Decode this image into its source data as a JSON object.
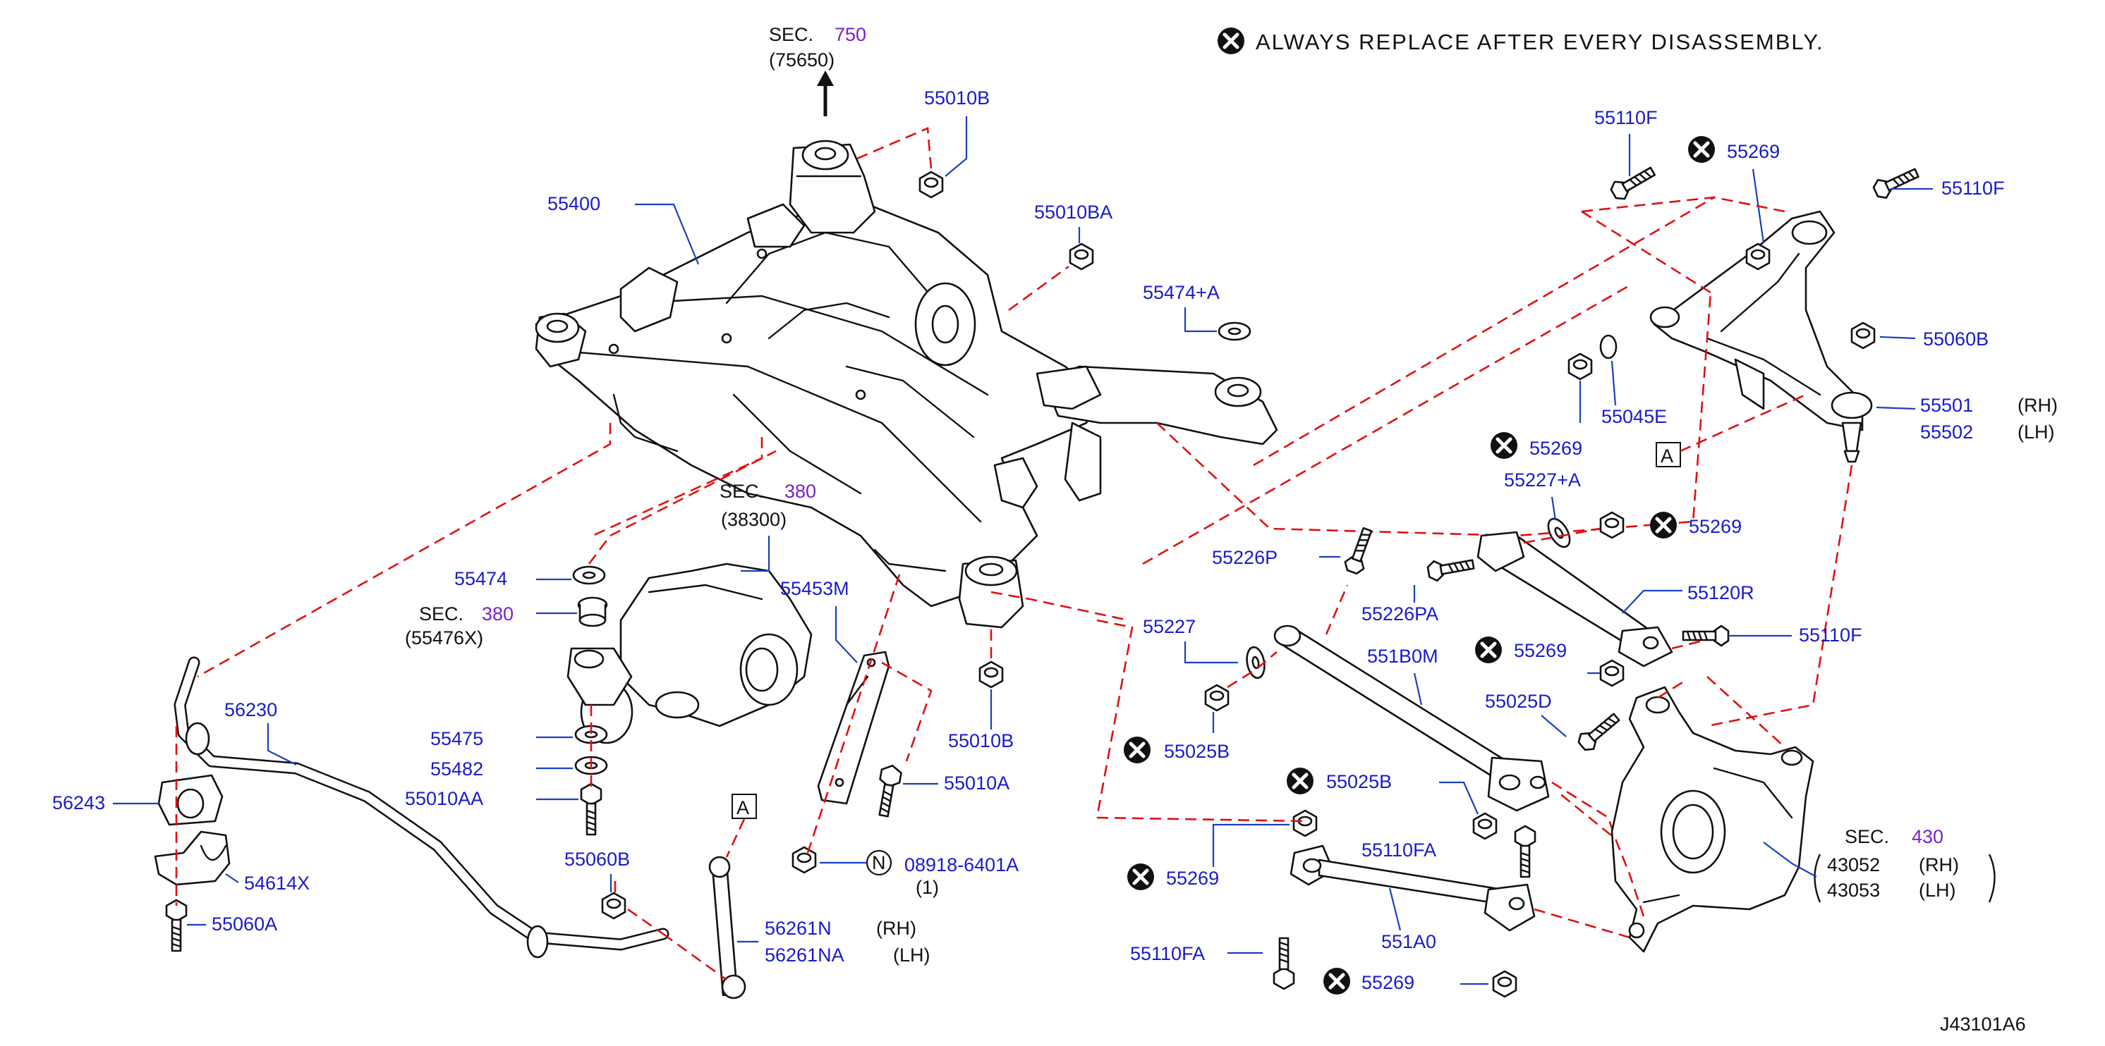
{
  "header": {
    "always_replace": "ALWAYS   REPLACE   AFTER   EVERY   DISASSEMBLY.",
    "sec_label": "SEC.",
    "sec_750": "750",
    "sec_750_sub": "(75650)",
    "sec_380": "380",
    "sec_380_sub": "(38300)",
    "sec_380b": "380",
    "sec_380b_sub": "(55476X)",
    "sec_430": "430"
  },
  "parts": {
    "p55400": "55400",
    "p55010B_top": "55010B",
    "p55010BA": "55010BA",
    "p55474A": "55474+A",
    "p55110F_a": "55110F",
    "p55269_a": "55269",
    "p55110F_b": "55110F",
    "p55060B_r": "55060B",
    "p55045E": "55045E",
    "p55501": "55501",
    "p55501_side": "(RH)",
    "p55502": "55502",
    "p55502_side": "(LH)",
    "p55269_b": "55269",
    "p55227A": "55227+A",
    "p55269_c": "55269",
    "p55226P": "55226P",
    "p55226PA": "55226PA",
    "p55120R": "55120R",
    "p55227": "55227",
    "p55269_d": "55269",
    "p55110F_c": "55110F",
    "p551B0M": "551B0M",
    "p55025B_a": "55025B",
    "p55025D": "55025D",
    "p55025B_b": "55025B",
    "p55269_e": "55269",
    "p55110FA_a": "55110FA",
    "p551A0": "551A0",
    "p55110FA_b": "55110FA",
    "p55269_f": "55269",
    "p43052": "43052",
    "p43052_side": "(RH)",
    "p43053": "43053",
    "p43053_side": "(LH)",
    "p55474": "55474",
    "p55475": "55475",
    "p55482": "55482",
    "p55010AA": "55010AA",
    "p55453M": "55453M",
    "p55010B_low": "55010B",
    "p55010A": "55010A",
    "p08918": "08918-6401A",
    "p08918_qty": "(1)",
    "p08918_mark": "N",
    "p56230": "56230",
    "p56243": "56243",
    "p54614X": "54614X",
    "p55060A": "55060A",
    "p55060B_l": "55060B",
    "p56261N": "56261N",
    "p56261N_side": "(RH)",
    "p56261NA": "56261NA",
    "p56261NA_side": "(LH)",
    "ref_a": "A"
  },
  "footer": {
    "drawing_id": "J43101A6"
  }
}
